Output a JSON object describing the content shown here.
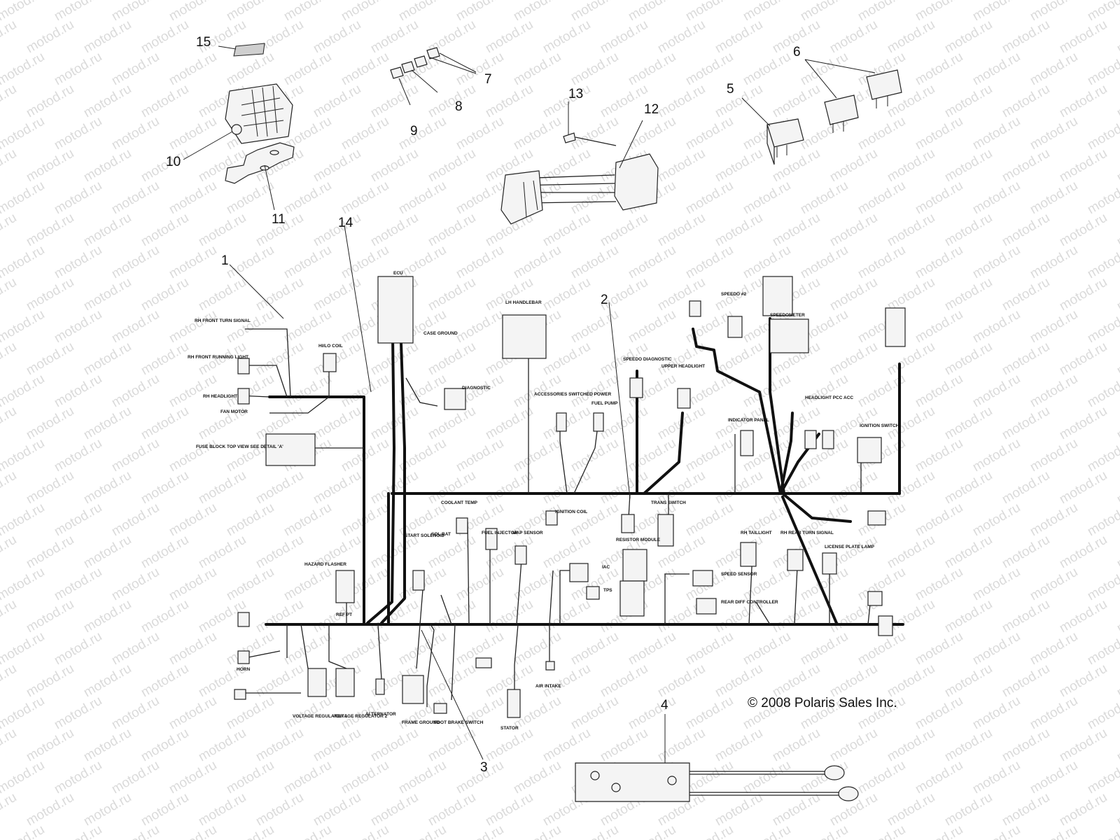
{
  "copyright": "© 2008 Polaris Sales Inc.",
  "watermark": "motod.ru",
  "callouts": [
    "1",
    "2",
    "3",
    "4",
    "5",
    "6",
    "7",
    "8",
    "9",
    "10",
    "11",
    "12",
    "13",
    "14",
    "15"
  ],
  "labels": {
    "rh_front_turn_signal": "RH FRONT TURN SIGNAL",
    "rh_front_running_light": "RH FRONT RUNNING LIGHT",
    "rh_headlight": "RH HEADLIGHT",
    "fan_motor": "FAN MOTOR",
    "fuse_block": "FUSE BLOCK TOP VIEW SEE DETAIL 'A'",
    "hazard_flasher": "HAZARD FLASHER",
    "horn": "HORN",
    "voltage_regulator_1": "VOLTAGE REGULATOR 1",
    "voltage_regulator_2": "VOLTAGE REGULATOR 2",
    "alternator": "ALTERNATOR",
    "frame_ground": "FRAME GROUND",
    "foot_brake_switch": "FOOT BRAKE SWITCH",
    "stator": "STATOR",
    "air_intake": "AIR INTAKE",
    "ecu": "ECU",
    "case_ground": "CASE GROUND",
    "diagnostic": "DIAGNOSTIC",
    "lh_handlebar": "LH HANDLEBAR",
    "accessories_switched_power": "ACCESSORIES SWITCHED POWER",
    "fuel_pump": "FUEL PUMP",
    "speedo_diagnostic": "SPEEDO DIAGNOSTIC",
    "upper_headlight": "UPPER HEADLIGHT",
    "speedo_2": "SPEEDO #2",
    "speedometer": "SPEEDOMETER",
    "indicator_panel": "INDICATOR PANEL",
    "headlight_pcc_acc": "HEADLIGHT PCC ACC",
    "ignition_switch": "IGNITION SWITCH",
    "coolant_temp": "COOLANT TEMP",
    "start_solenoid": "START SOLENOID",
    "sol_bat": "SOL BAT",
    "fuel_injector": "FUEL INJECTOR",
    "map_sensor": "MAP SENSOR",
    "ignition_coil": "IGNITION COIL",
    "resistor_module": "RESISTOR MODULE",
    "trans_switch": "TRANS SWITCH",
    "iac": "IAC",
    "tps": "TPS",
    "speed_sensor": "SPEED SENSOR",
    "rear_diff_controller": "REAR DIFF CONTROLLER",
    "rh_taillight": "RH TAILLIGHT",
    "rh_rear_turn_signal": "RH REAR TURN SIGNAL",
    "license_plate_lamp": "LICENSE PLATE LAMP",
    "ref_pt": "REF PT",
    "hi_lo_coil": "HI/LO COIL"
  }
}
